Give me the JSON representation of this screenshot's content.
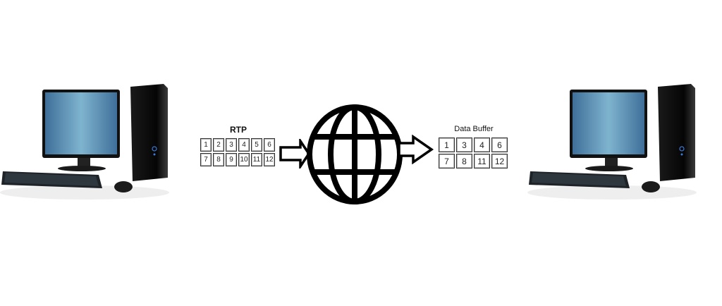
{
  "diagram": {
    "sender": {
      "label": "sender-computer"
    },
    "receiver": {
      "label": "receiver-computer"
    },
    "rtp": {
      "title": "RTP",
      "packets": [
        "1",
        "2",
        "3",
        "4",
        "5",
        "6",
        "7",
        "8",
        "9",
        "10",
        "11",
        "12"
      ]
    },
    "network": {
      "icon": "globe-icon"
    },
    "buffer": {
      "title": "Data Buffer",
      "packets": [
        "1",
        "3",
        "4",
        "6",
        "7",
        "8",
        "11",
        "12"
      ]
    },
    "colors": {
      "screen_light": "#7fb4cf",
      "screen_dark": "#3f6f99",
      "bezel": "#111111",
      "tower": "#0d0d0d",
      "outline": "#000000"
    }
  }
}
